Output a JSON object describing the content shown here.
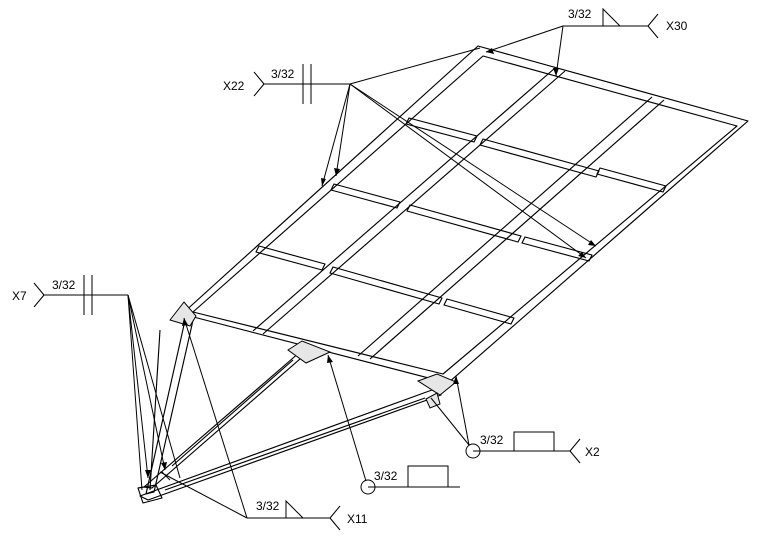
{
  "drawing": {
    "line_color": "#000000",
    "background": "#ffffff"
  },
  "welds": {
    "x30": {
      "size": "3/32",
      "tag": "X30",
      "symbol": "fillet-weld-symbol"
    },
    "x22": {
      "size": "3/32",
      "tag": "X22",
      "symbol": "plug-weld-symbol"
    },
    "x7": {
      "size": "3/32",
      "tag": "X7",
      "symbol": "plug-weld-symbol"
    },
    "x2": {
      "size": "3/32",
      "tag": "X2",
      "symbol": "weld-all-around-box-symbol"
    },
    "x1": {
      "size": "3/32",
      "symbol": "weld-all-around-box-symbol"
    },
    "x11": {
      "size": "3/32",
      "tag": "X11",
      "symbol": "fillet-weld-symbol"
    }
  }
}
